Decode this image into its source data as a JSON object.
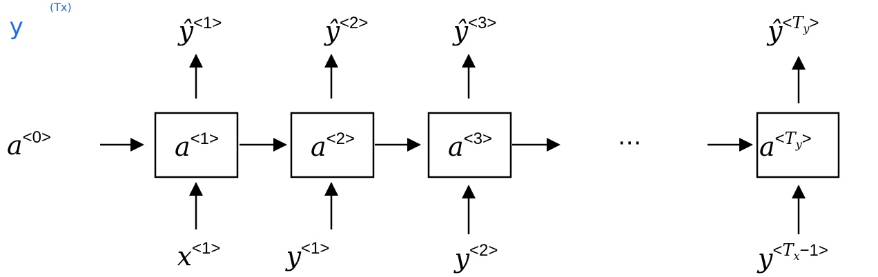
{
  "diagram": {
    "initial_activation": {
      "base": "a",
      "sup": "<0>"
    },
    "cells": [
      {
        "activation": {
          "base": "a",
          "sup_pre": "<1>",
          "sup_it": "",
          "sup_sub": "",
          "sup_post": ""
        },
        "output": {
          "base": "ŷ",
          "sup_pre": "<1>",
          "sup_it": "",
          "sup_sub": "",
          "sup_post": ""
        },
        "input": {
          "base": "x",
          "sup_pre": "<1>",
          "sup_it": "",
          "sup_sub": "",
          "sup_post": ""
        }
      },
      {
        "activation": {
          "base": "a",
          "sup_pre": "<2>",
          "sup_it": "",
          "sup_sub": "",
          "sup_post": ""
        },
        "output": {
          "base": "ŷ",
          "sup_pre": "<2>",
          "sup_it": "",
          "sup_sub": "",
          "sup_post": ""
        },
        "input": {
          "base": "y",
          "sup_pre": "<1>",
          "sup_it": "",
          "sup_sub": "",
          "sup_post": ""
        }
      },
      {
        "activation": {
          "base": "a",
          "sup_pre": "<3>",
          "sup_it": "",
          "sup_sub": "",
          "sup_post": ""
        },
        "output": {
          "base": "ŷ",
          "sup_pre": "<3>",
          "sup_it": "",
          "sup_sub": "",
          "sup_post": ""
        },
        "input": {
          "base": "y",
          "sup_pre": "<2>",
          "sup_it": "",
          "sup_sub": "",
          "sup_post": ""
        }
      },
      {
        "activation": {
          "base": "a",
          "sup_pre": "<",
          "sup_it": "T",
          "sup_sub": "y",
          "sup_post": ">"
        },
        "output": {
          "base": "ŷ",
          "sup_pre": "<",
          "sup_it": "T",
          "sup_sub": "y",
          "sup_post": ">"
        },
        "input": {
          "base": "y",
          "sup_pre": "<",
          "sup_it": "T",
          "sup_sub": "x",
          "sup_post": "−1>"
        }
      }
    ],
    "ellipsis": "⋯",
    "handwritten_note": {
      "prefix": ", y",
      "sup": "(Tx)"
    }
  }
}
